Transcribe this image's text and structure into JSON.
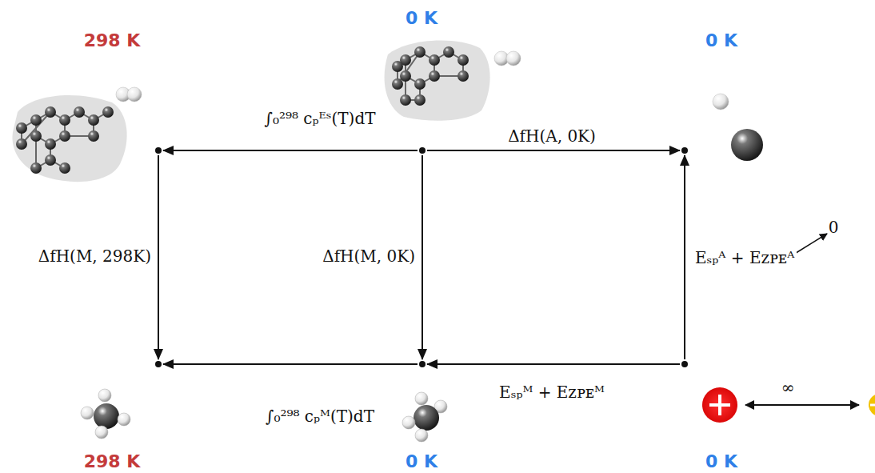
{
  "diagram": {
    "nodes": [
      {
        "text": [
          "298 K"
        ]
      },
      {
        "text": [
          "0 K"
        ]
      },
      {
        "text": [
          "0 K"
        ]
      },
      {
        "text": [
          "298 K"
        ]
      },
      {
        "text": [
          "0 K"
        ]
      },
      {
        "text": [
          "0 K"
        ]
      }
    ],
    "edges": [
      {
        "from": 1,
        "to": 0,
        "arrow": "to",
        "label": "∫₀²⁹⁸ cₚᴱˢ(T)dT"
      },
      {
        "from": 1,
        "to": 2,
        "arrow": "to",
        "label": "ΔfH(A, 0K)"
      },
      {
        "from": 0,
        "to": 3,
        "arrow": "to",
        "label": "ΔfH(M, 298K)"
      },
      {
        "from": 1,
        "to": 4,
        "arrow": "to",
        "label": "ΔfH(M, 0K)"
      },
      {
        "from": 5,
        "to": 2,
        "arrow": "to",
        "label": "Eₛₚᴬ + Eᴢᴘᴇᴬ"
      },
      {
        "from": 4,
        "to": 3,
        "arrow": "to",
        "label": "∫₀²⁹⁸ cₚᴹ(T)dT"
      },
      {
        "from": 5,
        "to": 4,
        "arrow": "to",
        "label": "Eₛₚᴹ + Eᴢᴘᴇᴹ"
      }
    ],
    "labels": [
      "0",
      "∞"
    ]
  }
}
